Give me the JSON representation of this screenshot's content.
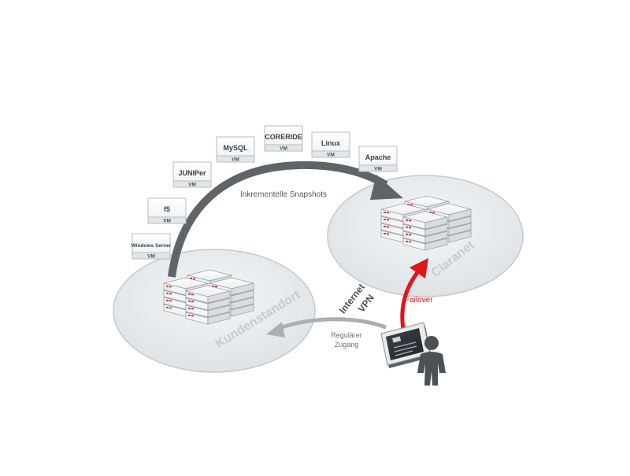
{
  "labels": {
    "snapshots": "Inkrementelle Snapshots",
    "failover": "Failover",
    "internet": "Internet",
    "vpn": "VPN",
    "regular_access_line1": "Regulärer",
    "regular_access_line2": "Zugang",
    "site_customer": "Kundenstandort",
    "site_claranet": "Claranet"
  },
  "vm_cards": [
    {
      "logo": "Windows Server",
      "tag": "VM"
    },
    {
      "logo": "f5",
      "tag": "VM"
    },
    {
      "logo": "JUNIPer",
      "tag": "VM"
    },
    {
      "logo": "MySQL",
      "tag": "VM"
    },
    {
      "logo": "CORERIDE",
      "tag": "VM"
    },
    {
      "logo": "Linux",
      "tag": "VM"
    },
    {
      "logo": "Apache",
      "tag": "VM"
    }
  ],
  "colors": {
    "snapshot_arrow": "#5f6469",
    "failover_arrow": "#e0141b",
    "access_arrow": "#a9b0b5",
    "platform": "#e6e9ec",
    "platform_text": "#c6cbcf",
    "person": "#4a5258"
  }
}
